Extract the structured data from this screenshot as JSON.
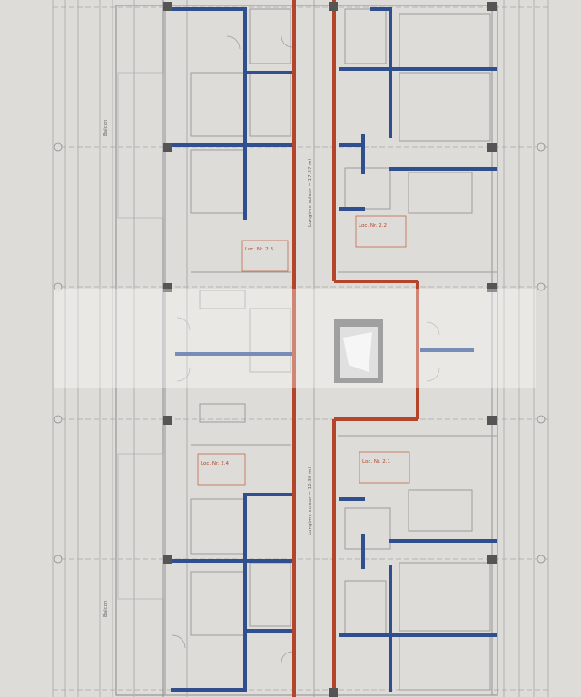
{
  "colors": {
    "paper": "#dedcd8",
    "line": "#9a9a9a",
    "line_light": "#b9b9b9",
    "wall_blue": "#2f4f8f",
    "wall_red": "#b5452a",
    "shaft": "#555555"
  },
  "labels": {
    "room_left_upper": "Loc. Nr. 2.3",
    "room_left_lower": "Loc. Nr. 2.4",
    "room_right_upper": "Loc. Nr. 2.2",
    "room_right_lower": "Loc. Nr. 2.1",
    "corridor_upper": "Lungime culoar = 17.27 ml",
    "corridor_lower": "Lungime culoar = 10.36 ml",
    "balcony_left_top": "Balcon",
    "balcony_left_bottom": "Balcon"
  }
}
